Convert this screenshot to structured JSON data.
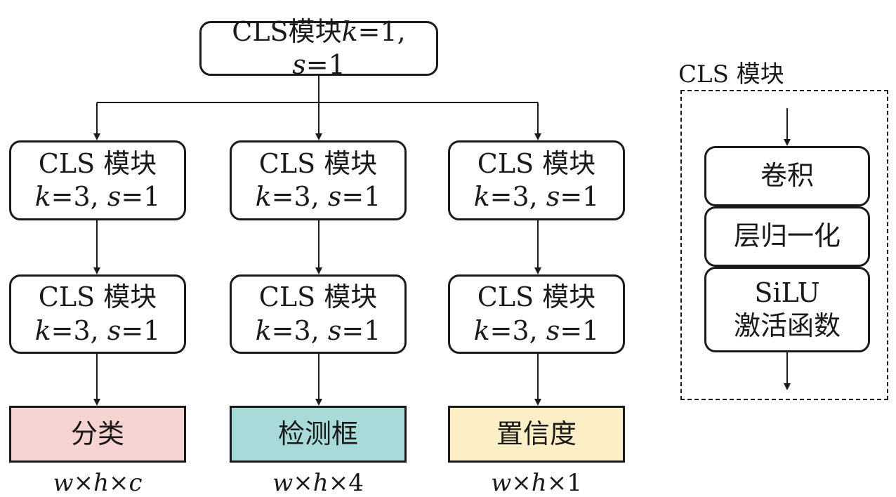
{
  "top_block": {
    "module": "CLS模块",
    "k": "k",
    "k_val": "=1, ",
    "s": "s",
    "s_val": "=1"
  },
  "branch_block": {
    "title": "CLS 模块",
    "k": "k",
    "k_val": "=3, ",
    "s": "s",
    "s_val": "=1"
  },
  "outputs": [
    {
      "label": "分类",
      "color": "#f6d4d2",
      "dim_a": "w",
      "dim_b": "h",
      "dim_c": "c",
      "dim_c_italic": true
    },
    {
      "label": "检测框",
      "color": "#a9dada",
      "dim_a": "w",
      "dim_b": "h",
      "dim_c": "4",
      "dim_c_italic": false
    },
    {
      "label": "置信度",
      "color": "#fcefc6",
      "dim_a": "w",
      "dim_b": "h",
      "dim_c": "1",
      "dim_c_italic": false
    }
  ],
  "times": "×",
  "legend": {
    "title": "CLS 模块",
    "steps": [
      "卷积",
      "层归一化",
      "SiLU",
      "激活函数"
    ]
  }
}
